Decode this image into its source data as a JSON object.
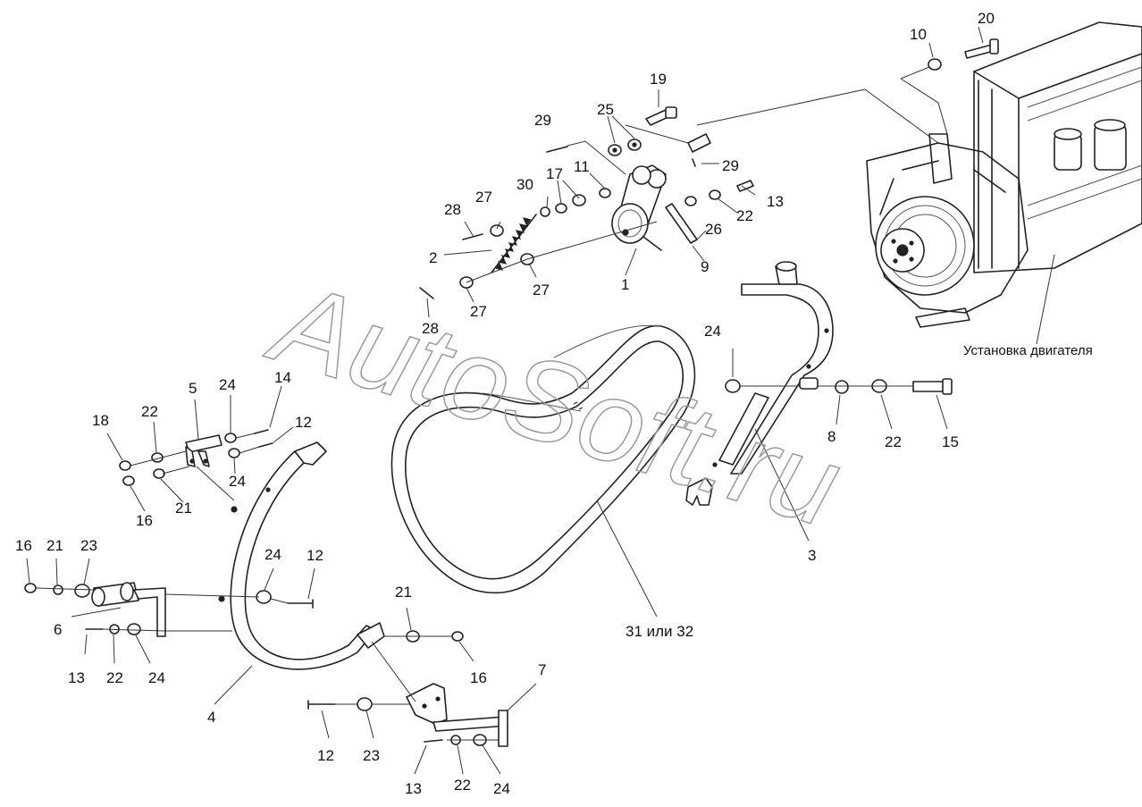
{
  "watermark": "AutoSoft.ru",
  "engine_note": "Установка двигателя",
  "belt_label": "31 или 32",
  "callouts": [
    {
      "id": "c-20",
      "text": "20"
    },
    {
      "id": "c-10",
      "text": "10"
    },
    {
      "id": "c-19",
      "text": "19"
    },
    {
      "id": "c-29a",
      "text": "29"
    },
    {
      "id": "c-25",
      "text": "25"
    },
    {
      "id": "c-29b",
      "text": "29"
    },
    {
      "id": "c-30",
      "text": "30"
    },
    {
      "id": "c-17",
      "text": "17"
    },
    {
      "id": "c-11",
      "text": "11"
    },
    {
      "id": "c-13a",
      "text": "13"
    },
    {
      "id": "c-22a",
      "text": "22"
    },
    {
      "id": "c-27a",
      "text": "27"
    },
    {
      "id": "c-28a",
      "text": "28"
    },
    {
      "id": "c-26",
      "text": "26"
    },
    {
      "id": "c-2",
      "text": "2"
    },
    {
      "id": "c-9",
      "text": "9"
    },
    {
      "id": "c-1",
      "text": "1"
    },
    {
      "id": "c-27b",
      "text": "27"
    },
    {
      "id": "c-27c",
      "text": "27"
    },
    {
      "id": "c-28b",
      "text": "28"
    },
    {
      "id": "c-24a",
      "text": "24"
    },
    {
      "id": "c-8",
      "text": "8"
    },
    {
      "id": "c-22b",
      "text": "22"
    },
    {
      "id": "c-15",
      "text": "15"
    },
    {
      "id": "c-3",
      "text": "3"
    },
    {
      "id": "c-5",
      "text": "5"
    },
    {
      "id": "c-24b",
      "text": "24"
    },
    {
      "id": "c-14",
      "text": "14"
    },
    {
      "id": "c-22c",
      "text": "22"
    },
    {
      "id": "c-18",
      "text": "18"
    },
    {
      "id": "c-12a",
      "text": "12"
    },
    {
      "id": "c-24c",
      "text": "24"
    },
    {
      "id": "c-16a",
      "text": "16"
    },
    {
      "id": "c-21a",
      "text": "21"
    },
    {
      "id": "c-16b",
      "text": "16"
    },
    {
      "id": "c-21b",
      "text": "21"
    },
    {
      "id": "c-23a",
      "text": "23"
    },
    {
      "id": "c-24d",
      "text": "24"
    },
    {
      "id": "c-12b",
      "text": "12"
    },
    {
      "id": "c-6",
      "text": "6"
    },
    {
      "id": "c-13b",
      "text": "13"
    },
    {
      "id": "c-22d",
      "text": "22"
    },
    {
      "id": "c-24e",
      "text": "24"
    },
    {
      "id": "c-21c",
      "text": "21"
    },
    {
      "id": "c-16c",
      "text": "16"
    },
    {
      "id": "c-7",
      "text": "7"
    },
    {
      "id": "c-4",
      "text": "4"
    },
    {
      "id": "c-12c",
      "text": "12"
    },
    {
      "id": "c-23b",
      "text": "23"
    },
    {
      "id": "c-13c",
      "text": "13"
    },
    {
      "id": "c-22e",
      "text": "22"
    },
    {
      "id": "c-24f",
      "text": "24"
    }
  ]
}
